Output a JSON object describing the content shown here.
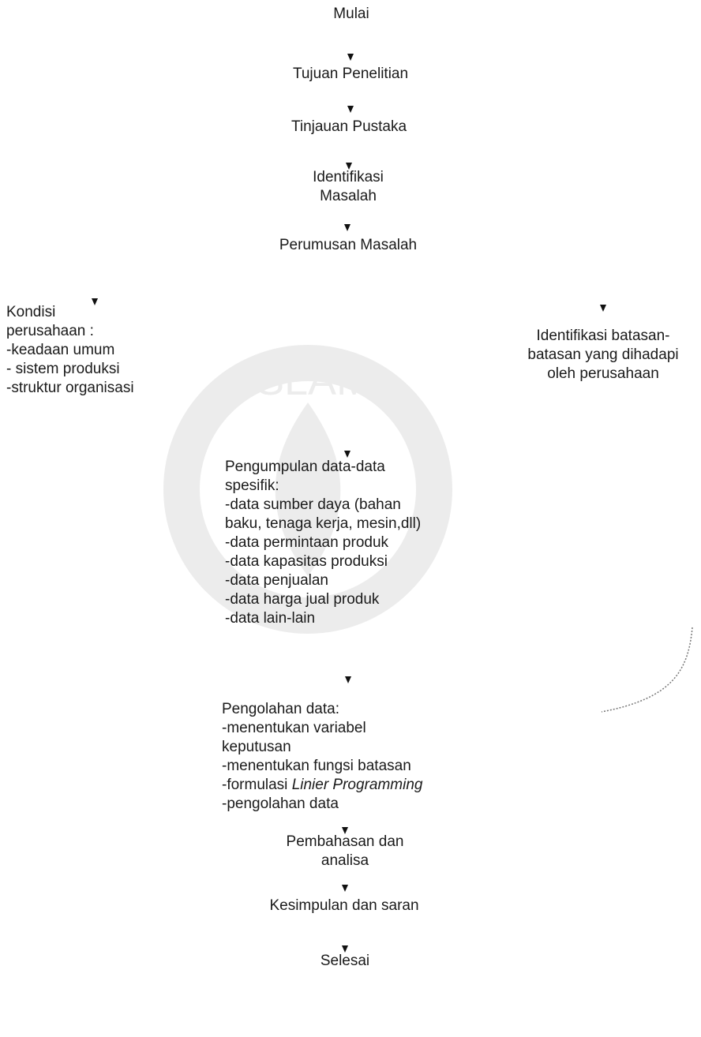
{
  "nodes": {
    "mulai": "Mulai",
    "tujuan": "Tujuan Penelitian",
    "tinjauan": "Tinjauan Pustaka",
    "identifikasi": [
      "Identifikasi",
      "Masalah"
    ],
    "perumusan": "Perumusan Masalah",
    "kondisi": [
      "Kondisi",
      "perusahaan :",
      "-keadaan umum",
      "- sistem produksi",
      "-struktur organisasi"
    ],
    "batasan": [
      "Identifikasi batasan-",
      "batasan yang dihadapi",
      "oleh perusahaan"
    ],
    "pengumpulan": [
      "Pengumpulan data-data",
      "spesifik:",
      "-data sumber daya (bahan",
      "baku, tenaga kerja, mesin,dll)",
      "-data permintaan produk",
      "-data kapasitas produksi",
      "-data penjualan",
      "-data harga jual produk",
      "-data lain-lain"
    ],
    "pengolahan": {
      "l1": "Pengolahan data:",
      "l2": "-menentukan variabel",
      "l3": "keputusan",
      "l4": "-menentukan fungsi batasan",
      "l5_prefix": "-formulasi ",
      "l5_italic": "Linier Programming",
      "l6": "-pengolahan data"
    },
    "pembahasan": [
      "Pembahasan dan",
      "analisa"
    ],
    "kesimpulan": "Kesimpulan dan saran",
    "selesai": "Selesai"
  },
  "watermark": {
    "text": "ISLAM"
  }
}
